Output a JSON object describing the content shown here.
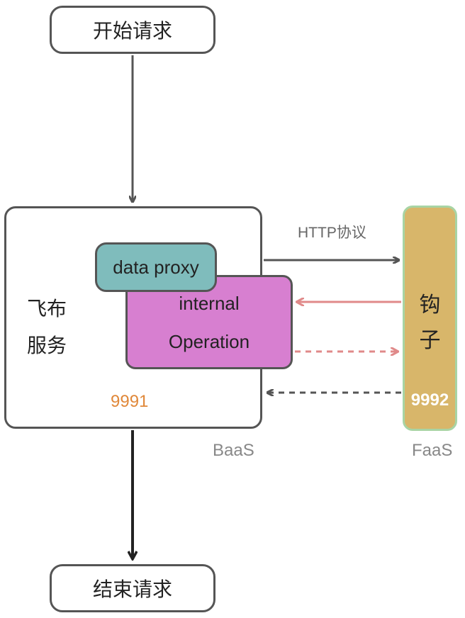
{
  "nodes": {
    "start": "开始请求",
    "end": "结束请求",
    "service_line1": "飞布",
    "service_line2": "服务",
    "data_proxy": "data proxy",
    "internal_line1": "internal",
    "internal_line2": "Operation",
    "hook_char_1": "钩",
    "hook_char_2": "子"
  },
  "ports": {
    "baas": "9991",
    "faas": "9992"
  },
  "labels": {
    "baas": "BaaS",
    "faas": "FaaS",
    "http": "HTTP协议"
  },
  "colors": {
    "box_border": "#555555",
    "data_proxy_fill": "#7fbcbc",
    "internal_op_fill": "#d77fd0",
    "faas_fill": "#d8b66a",
    "faas_border": "#a8d4a4",
    "pink_arrow": "#e08a8a",
    "dark_arrow": "#555555",
    "port_baas_color": "#e0883a",
    "label_gray": "#888888"
  }
}
